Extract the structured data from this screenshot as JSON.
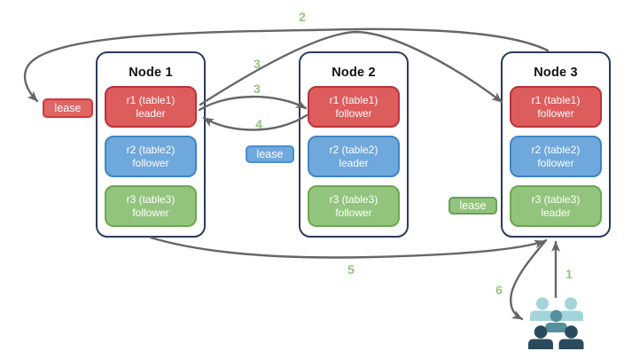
{
  "nodes": [
    {
      "title": "Node 1",
      "replicas": [
        {
          "range": "r1 (table1)",
          "role": "leader",
          "color": "red"
        },
        {
          "range": "r2 (table2)",
          "role": "follower",
          "color": "blue"
        },
        {
          "range": "r3 (table3)",
          "role": "follower",
          "color": "green"
        }
      ]
    },
    {
      "title": "Node 2",
      "replicas": [
        {
          "range": "r1 (table1)",
          "role": "follower",
          "color": "red"
        },
        {
          "range": "r2 (table2)",
          "role": "leader",
          "color": "blue"
        },
        {
          "range": "r3 (table3)",
          "role": "follower",
          "color": "green"
        }
      ]
    },
    {
      "title": "Node 3",
      "replicas": [
        {
          "range": "r1 (table1)",
          "role": "follower",
          "color": "red"
        },
        {
          "range": "r2 (table2)",
          "role": "follower",
          "color": "blue"
        },
        {
          "range": "r3 (table3)",
          "role": "leader",
          "color": "green"
        }
      ]
    }
  ],
  "leases": [
    {
      "label": "lease",
      "color": "red"
    },
    {
      "label": "lease",
      "color": "blue"
    },
    {
      "label": "lease",
      "color": "green"
    }
  ],
  "steps": [
    {
      "text": "1"
    },
    {
      "text": "2"
    },
    {
      "text": "3"
    },
    {
      "text": "3"
    },
    {
      "text": "4"
    },
    {
      "text": "5"
    },
    {
      "text": "6"
    }
  ],
  "colors": {
    "node_border": "#2b3a5e",
    "replica_red_fill": "#dd5c5c",
    "replica_red_border": "#b8343c",
    "replica_blue_fill": "#6fa8dc",
    "replica_blue_border": "#3d85c6",
    "replica_green_fill": "#93c47d",
    "replica_green_border": "#6aa84f",
    "lease_red_fill": "#e06565",
    "lease_blue_fill": "#6fa8dc",
    "lease_green_fill": "#93c47d",
    "arrow": "#666666",
    "step_label": "#93c47d",
    "users_light": "#a3d4da",
    "users_medium": "#54909e",
    "users_dark": "#2b4a5c"
  }
}
